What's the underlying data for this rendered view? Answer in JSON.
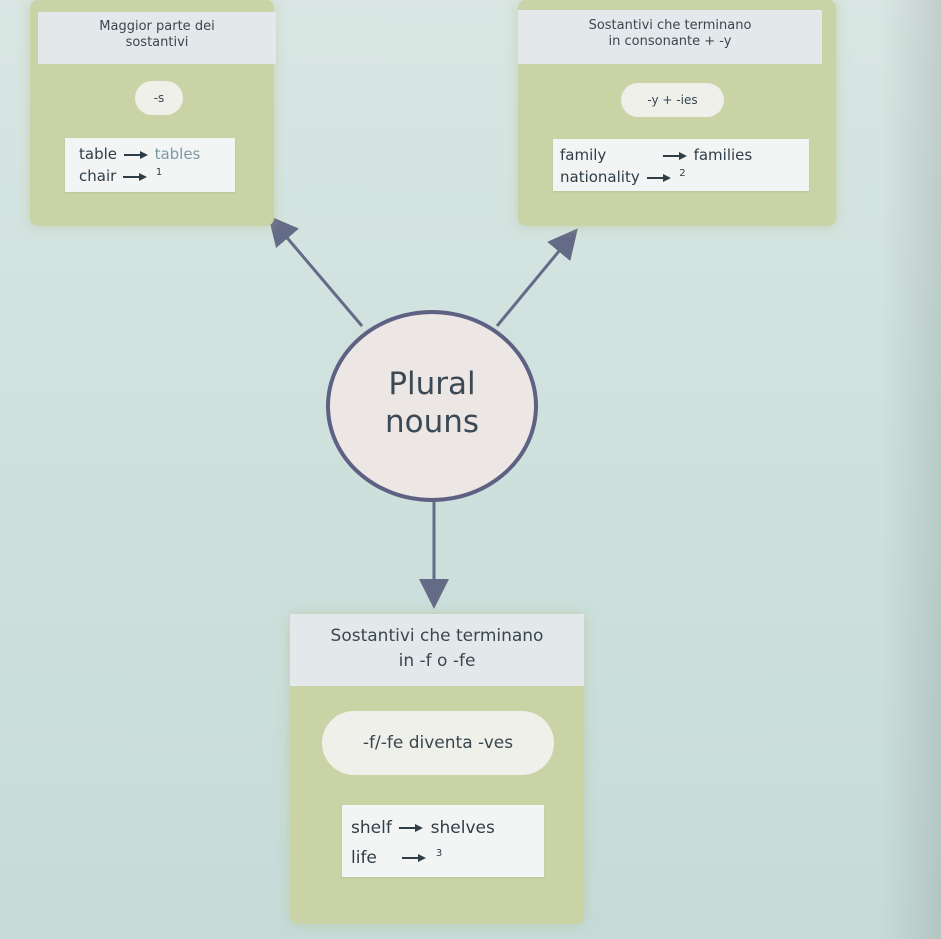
{
  "center": {
    "line1": "Plural",
    "line2": "nouns"
  },
  "left_box": {
    "title_line1": "Maggior parte dei",
    "title_line2": "sostantivi",
    "rule": "-s",
    "examples": [
      {
        "word": "table",
        "answer": "tables",
        "note": ""
      },
      {
        "word": "chair",
        "answer": "",
        "note": "1"
      }
    ]
  },
  "right_box": {
    "title_line1": "Sostantivi che terminano",
    "title_line2": "in consonante + -y",
    "rule": "-y + -ies",
    "examples": [
      {
        "word": "family",
        "answer": "families",
        "note": ""
      },
      {
        "word": "nationality",
        "answer": "",
        "note": "2"
      }
    ]
  },
  "bottom_box": {
    "title_line1": "Sostantivi che terminano",
    "title_line2": "in -f o -fe",
    "rule": "-f/-fe diventa -ves",
    "examples": [
      {
        "word": "shelf",
        "answer": "shelves",
        "note": ""
      },
      {
        "word": "life",
        "answer": "",
        "note": "3"
      }
    ]
  }
}
